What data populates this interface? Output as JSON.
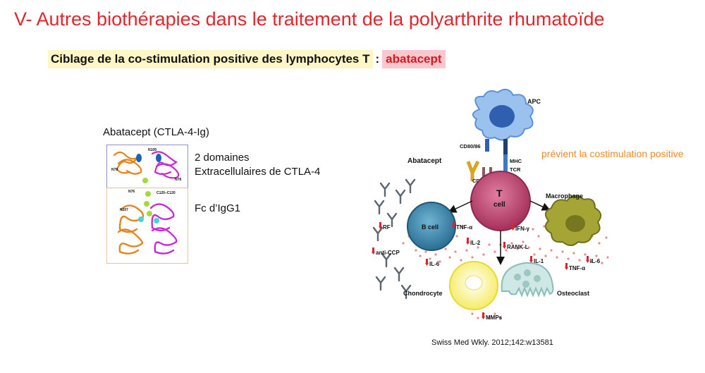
{
  "slide": {
    "title": "V- Autres biothérapies dans le traitement de la polyarthrite rhumatoïde",
    "subtitle_main": "Ciblage de la co-stimulation positive des lymphocytes T",
    "subtitle_sep": ":",
    "subtitle_drug": "abatacept"
  },
  "structure": {
    "caption": "Abatacept (CTLA-4-Ig)",
    "domain_label_1": "2 domaines",
    "domain_label_2": "Extracellulaires de CTLA-4",
    "fc_label": "Fc d’IgG1",
    "residues": [
      "N78",
      "N78",
      "N109",
      "N76",
      "N207",
      "C120–C120"
    ]
  },
  "diagram": {
    "cells": {
      "apc": "APC",
      "t_cell_1": "T",
      "t_cell_2": "cell",
      "b_cell": "B cell",
      "macrophage": "Macrophage",
      "chondrocyte": "Chondrocyte",
      "osteoclast": "Osteoclast"
    },
    "molecules": {
      "cd80_86": "CD80/86",
      "mhc": "MHC",
      "tcr": "TCR",
      "cd28": "CD28",
      "abatacept": "Abatacept"
    },
    "cytokines": {
      "rf": "RF",
      "tnf_b": "TNF-α",
      "ifn": "IFN-γ",
      "il2": "IL-2",
      "rankl": "RANK-L",
      "anti_ccp": "anti-CCP",
      "il6_b": "IL-6",
      "il1": "IL-1",
      "tnf_m": "TNF-α",
      "il6_m": "IL-6",
      "mmps": "MMPs"
    },
    "note": "prévient la costimulation positive"
  },
  "citation": "Swiss Med Wkly. 2012;142:w13581",
  "colors": {
    "title_red": "#e3262b",
    "subtitle_highlight": "#fdf7c7",
    "drug_highlight": "#f7c9cf",
    "note_orange": "#f08a24",
    "t_cell": "#c2476f",
    "b_cell": "#3f8fb2",
    "apc": "#5b92d8",
    "macrophage": "#8b8c2a",
    "chondrocyte": "#fff57a",
    "osteoclast": "#b6dcd8"
  }
}
